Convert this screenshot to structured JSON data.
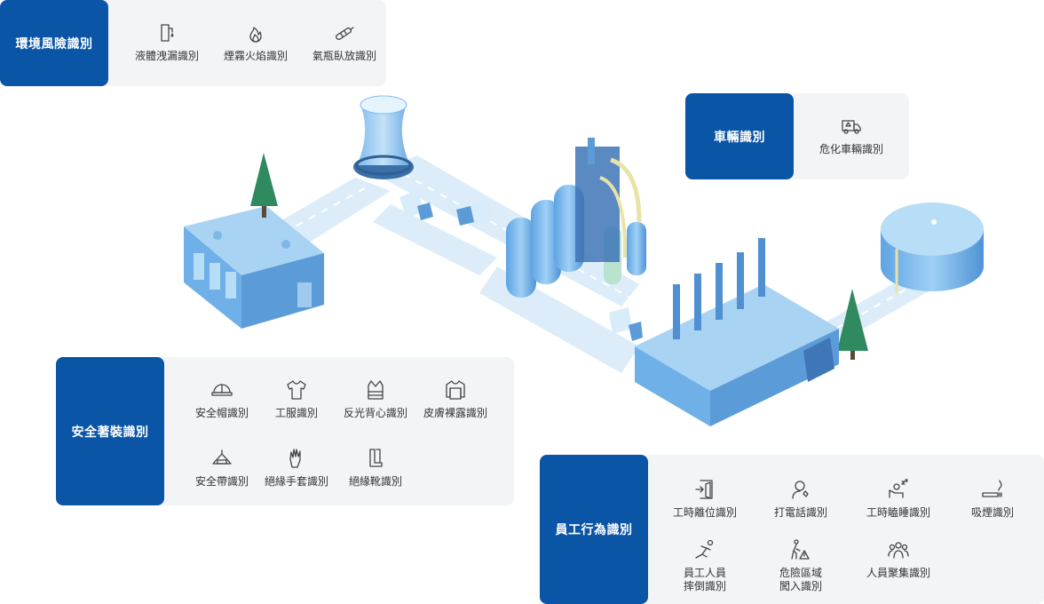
{
  "panels": {
    "env": {
      "title": "環境風險識別",
      "items": [
        {
          "label": "液體洩漏識別",
          "icon": "liquid-leak-icon"
        },
        {
          "label": "煙霧火焰識別",
          "icon": "flame-icon"
        },
        {
          "label": "氣瓶臥放識別",
          "icon": "gas-cylinder-icon"
        }
      ]
    },
    "vehicle": {
      "title": "車輛識別",
      "items": [
        {
          "label": "危化車輛識別",
          "icon": "hazmat-truck-icon"
        }
      ]
    },
    "safety": {
      "title": "安全著裝識別",
      "items": [
        {
          "label": "安全帽識別",
          "icon": "helmet-icon"
        },
        {
          "label": "工服識別",
          "icon": "work-clothes-icon"
        },
        {
          "label": "反光背心識別",
          "icon": "reflective-vest-icon"
        },
        {
          "label": "皮膚裸露識別",
          "icon": "skin-exposure-icon"
        },
        {
          "label": "安全帶識別",
          "icon": "safety-belt-icon"
        },
        {
          "label": "絕緣手套識別",
          "icon": "glove-icon"
        },
        {
          "label": "絕緣靴識別",
          "icon": "boot-icon"
        }
      ]
    },
    "behavior": {
      "title": "員工行為識別",
      "items": [
        {
          "label": "工時離位識別",
          "icon": "leave-post-icon"
        },
        {
          "label": "打電話識別",
          "icon": "phone-call-icon"
        },
        {
          "label": "工時瞌睡識別",
          "icon": "sleep-icon"
        },
        {
          "label": "吸煙識別",
          "icon": "smoking-icon"
        },
        {
          "label": "員工人員\n摔倒識別",
          "icon": "fall-icon"
        },
        {
          "label": "危險區域\n闖入識別",
          "icon": "danger-zone-icon"
        },
        {
          "label": "人員聚集識別",
          "icon": "crowd-icon"
        }
      ]
    }
  },
  "colors": {
    "accent": "#0b55a6",
    "panel_bg": "#f3f4f6",
    "building": "#6fb0e8",
    "road": "#dcedf9",
    "tree": "#2f8a5f"
  }
}
